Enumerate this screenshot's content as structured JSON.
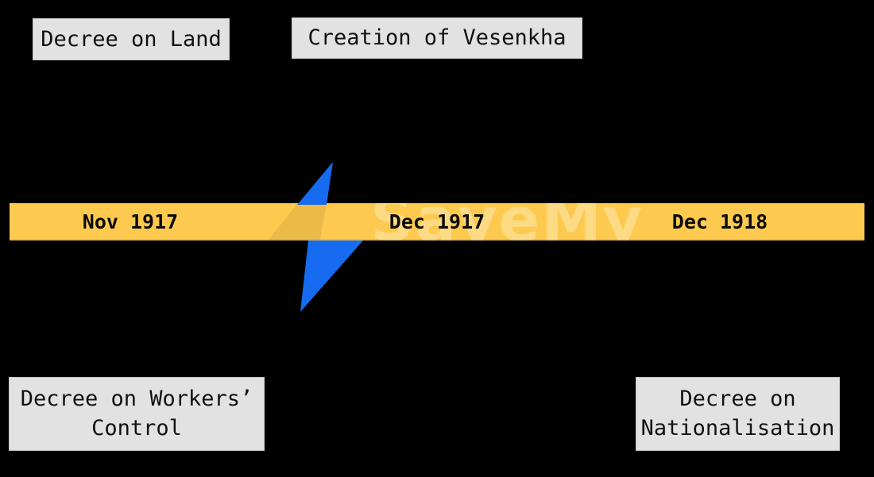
{
  "events": {
    "decree_on_land": "Decree on Land",
    "creation_of_vesenkha": "Creation of Vesenkha",
    "decree_on_workers_control": "Decree on Workers’ Control",
    "decree_on_nationalisation": "Decree on Nationalisation"
  },
  "timeline": {
    "dates": [
      {
        "label": "Nov 1917"
      },
      {
        "label": "Dec 1917"
      },
      {
        "label": "Dec 1918"
      }
    ]
  },
  "watermark": {
    "text": "SaveMy"
  },
  "colors": {
    "background": "#000000",
    "bar": "#FDCA4F",
    "bolt": "#176BF0",
    "box_fill": "#E2E2E2",
    "text": "#111111"
  }
}
